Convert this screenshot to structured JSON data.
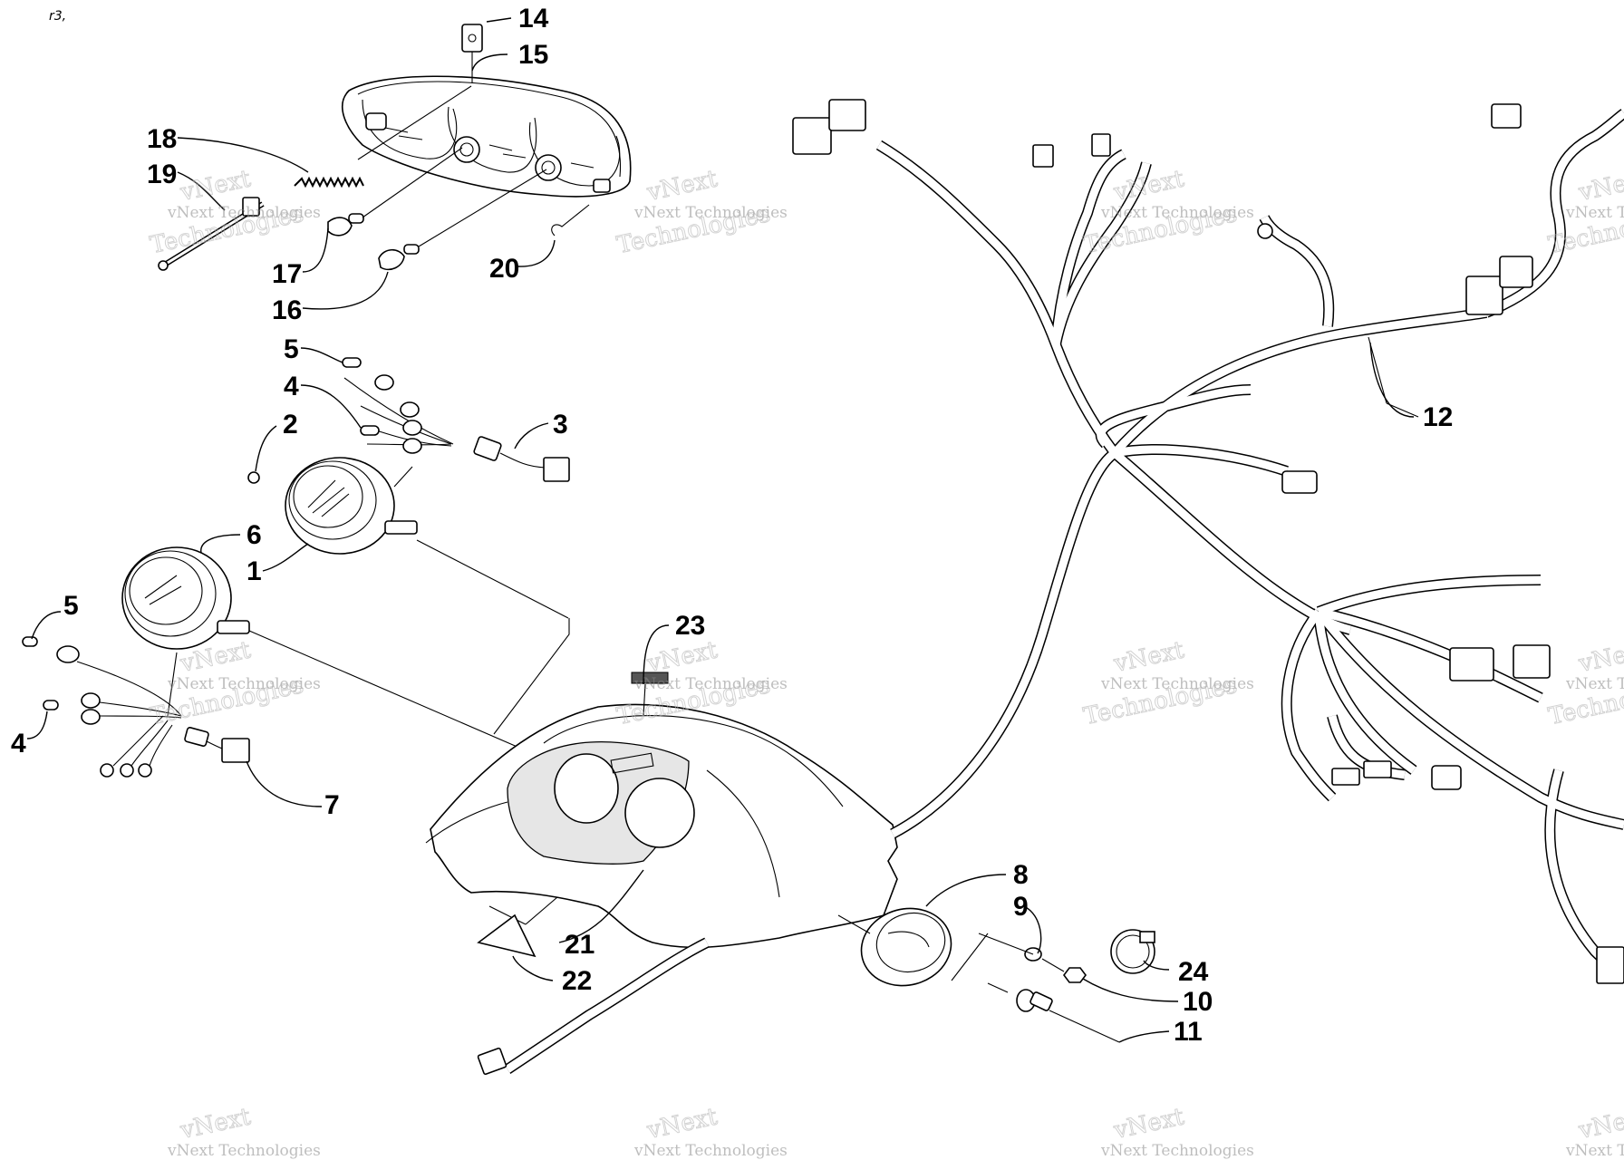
{
  "header": {
    "corner_mark": "r3,"
  },
  "watermark": {
    "line1": "vNext",
    "line2": "vNext Technologies",
    "line3": "Technologies"
  },
  "callouts": [
    {
      "id": "c14",
      "label": "14"
    },
    {
      "id": "c15",
      "label": "15"
    },
    {
      "id": "c18",
      "label": "18"
    },
    {
      "id": "c19",
      "label": "19"
    },
    {
      "id": "c17",
      "label": "17"
    },
    {
      "id": "c16",
      "label": "16"
    },
    {
      "id": "c20",
      "label": "20"
    },
    {
      "id": "c5a",
      "label": "5"
    },
    {
      "id": "c4a",
      "label": "4"
    },
    {
      "id": "c2",
      "label": "2"
    },
    {
      "id": "c3",
      "label": "3"
    },
    {
      "id": "c6",
      "label": "6"
    },
    {
      "id": "c1",
      "label": "1"
    },
    {
      "id": "c5b",
      "label": "5"
    },
    {
      "id": "c4b",
      "label": "4"
    },
    {
      "id": "c7",
      "label": "7"
    },
    {
      "id": "c23",
      "label": "23"
    },
    {
      "id": "c12",
      "label": "12"
    },
    {
      "id": "c8",
      "label": "8"
    },
    {
      "id": "c9",
      "label": "9"
    },
    {
      "id": "c24",
      "label": "24"
    },
    {
      "id": "c10",
      "label": "10"
    },
    {
      "id": "c11",
      "label": "11"
    },
    {
      "id": "c21",
      "label": "21"
    },
    {
      "id": "c22",
      "label": "22"
    }
  ]
}
